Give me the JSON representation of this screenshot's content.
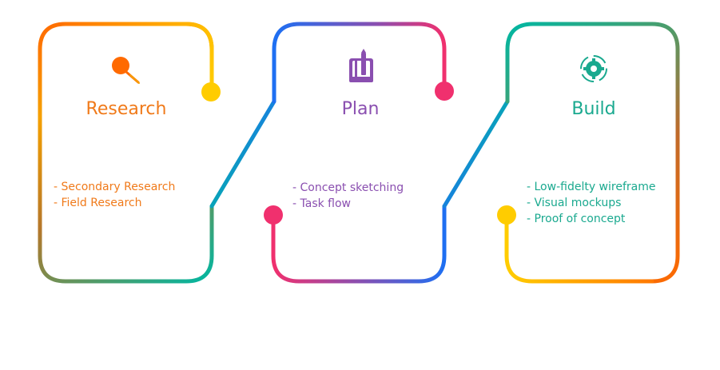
{
  "stages": [
    {
      "title": "Research",
      "color": "#f07a1a",
      "icon": "magnifier-icon",
      "items": [
        "- Secondary Research",
        "- Field Research"
      ]
    },
    {
      "title": "Plan",
      "color": "#8a4fb0",
      "icon": "notebook-pen-icon",
      "items": [
        "- Concept sketching",
        "- Task flow"
      ]
    },
    {
      "title": "Build",
      "color": "#1aa98f",
      "icon": "gear-cycle-icon",
      "items": [
        "- Low-fidelty wireframe",
        "- Visual mockups",
        "- Proof of concept"
      ]
    }
  ],
  "colors": {
    "orange": "#ff6a00",
    "yellow": "#ffcc00",
    "blue": "#1e6ff2",
    "magenta": "#f0306e",
    "teal": "#00b7a3",
    "green": "#5a9460"
  }
}
